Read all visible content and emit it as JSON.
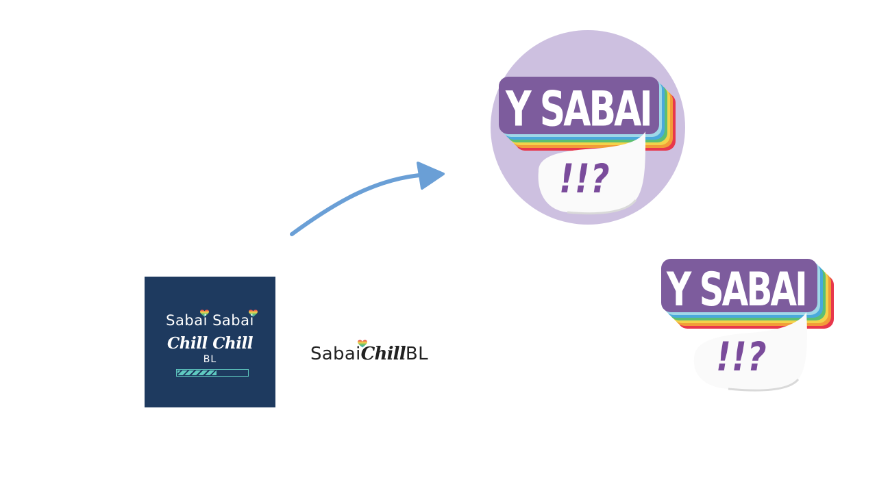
{
  "old_logo": {
    "line1": "Sabai Sabai",
    "line2": "Chill Chill",
    "line3": "BL",
    "progress_fraction": 0.55,
    "colors": {
      "background": "#1e3a5f",
      "accent": "#5fc9c0"
    }
  },
  "wordmark": {
    "part1": "Sabai",
    "part2": "Chill",
    "part3": "BL"
  },
  "arrow": {
    "icon": "curved-arrow-icon",
    "color": "#6a9fd6"
  },
  "new_logo": {
    "title": "Y SABAI",
    "subtitle": "!!?",
    "colors": {
      "circle": "#cdc0e0",
      "outline": "#7d5c9d",
      "text_fill": "#ffffff",
      "question": "#7a4b9b",
      "rainbow": [
        "#e8374b",
        "#f29c38",
        "#f3d24a",
        "#5cbf72",
        "#4aa9dc",
        "#9fd8e8"
      ]
    }
  },
  "new_logo_plain": {
    "title": "Y SABAI",
    "subtitle": "!!?"
  }
}
